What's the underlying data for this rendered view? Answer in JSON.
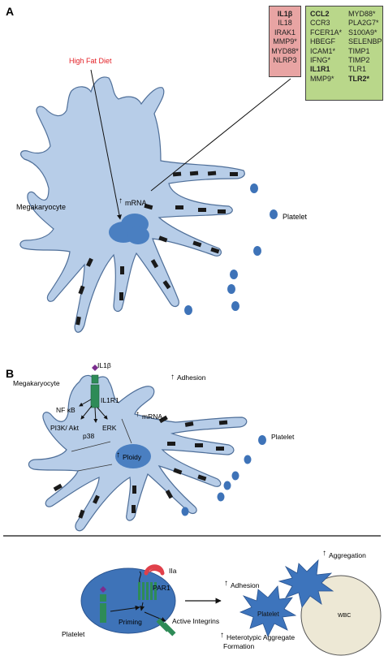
{
  "panel_a": {
    "label": "A",
    "diet_label": "High Fat Diet",
    "cell_label": "Megakaryocyte",
    "mrna_label": "mRNA",
    "platelet_label": "Platelet",
    "red_box_genes": [
      "IL1β",
      "IL18",
      "IRAK1",
      "MMP9*",
      "MYD88*",
      "NLRP3"
    ],
    "green_box_col1": [
      "CCL2",
      "CCR3",
      "FCER1A*",
      "HBEGF",
      "ICAM1*",
      "IFNG*",
      "IL1R1",
      "MMP9*"
    ],
    "green_box_col2": [
      "MYD88*",
      "PLA2G7*",
      "S100A9*",
      "SELENBP",
      "TIMP1",
      "TIMP2",
      "TLR1",
      "TLR2*"
    ]
  },
  "panel_b": {
    "label": "B",
    "cell_label": "Megakaryocyte",
    "ligand_label": "IL1β",
    "receptor_label": "IL1R1",
    "nfkb_label": "NF κB",
    "pi3k_label": "PI3K/ Akt",
    "erk_label": "ERK",
    "p38_label": "p38",
    "mrna_label": "mRNA",
    "ploidy_label": "Ploidy",
    "adhesion_label": "Adhesion",
    "platelet_label": "Platelet"
  },
  "panel_c": {
    "platelet_label": "Platelet",
    "thrombin_label": "IIa",
    "par1_label": "PAR1",
    "priming_label": "Priming",
    "integrins_label": "Active Integrins",
    "adhesion_label": "Adhesion",
    "aggregation_label": "Aggregation",
    "platelet_center_label": "Platelet",
    "wbc_label": "WBC",
    "heterotypic_line1": "Heterotypic Aggregate",
    "heterotypic_line2": "Formation"
  },
  "colors": {
    "cell_fill": "#b7cde8",
    "cell_stroke": "#4f6f99",
    "nucleus": "#4a7fc1",
    "granule": "#1a1a1a",
    "platelet_dot": "#3e73b8",
    "diet_text": "#e31e24",
    "red_box": "#e8a4a3",
    "green_box": "#b9d78a",
    "receptor_green": "#2e8b57",
    "ligand_purple": "#7b2d8e",
    "thrombin_red": "#e0404a",
    "spiky_platelet": "#3d74bc",
    "wbc": "#ede8d5"
  }
}
